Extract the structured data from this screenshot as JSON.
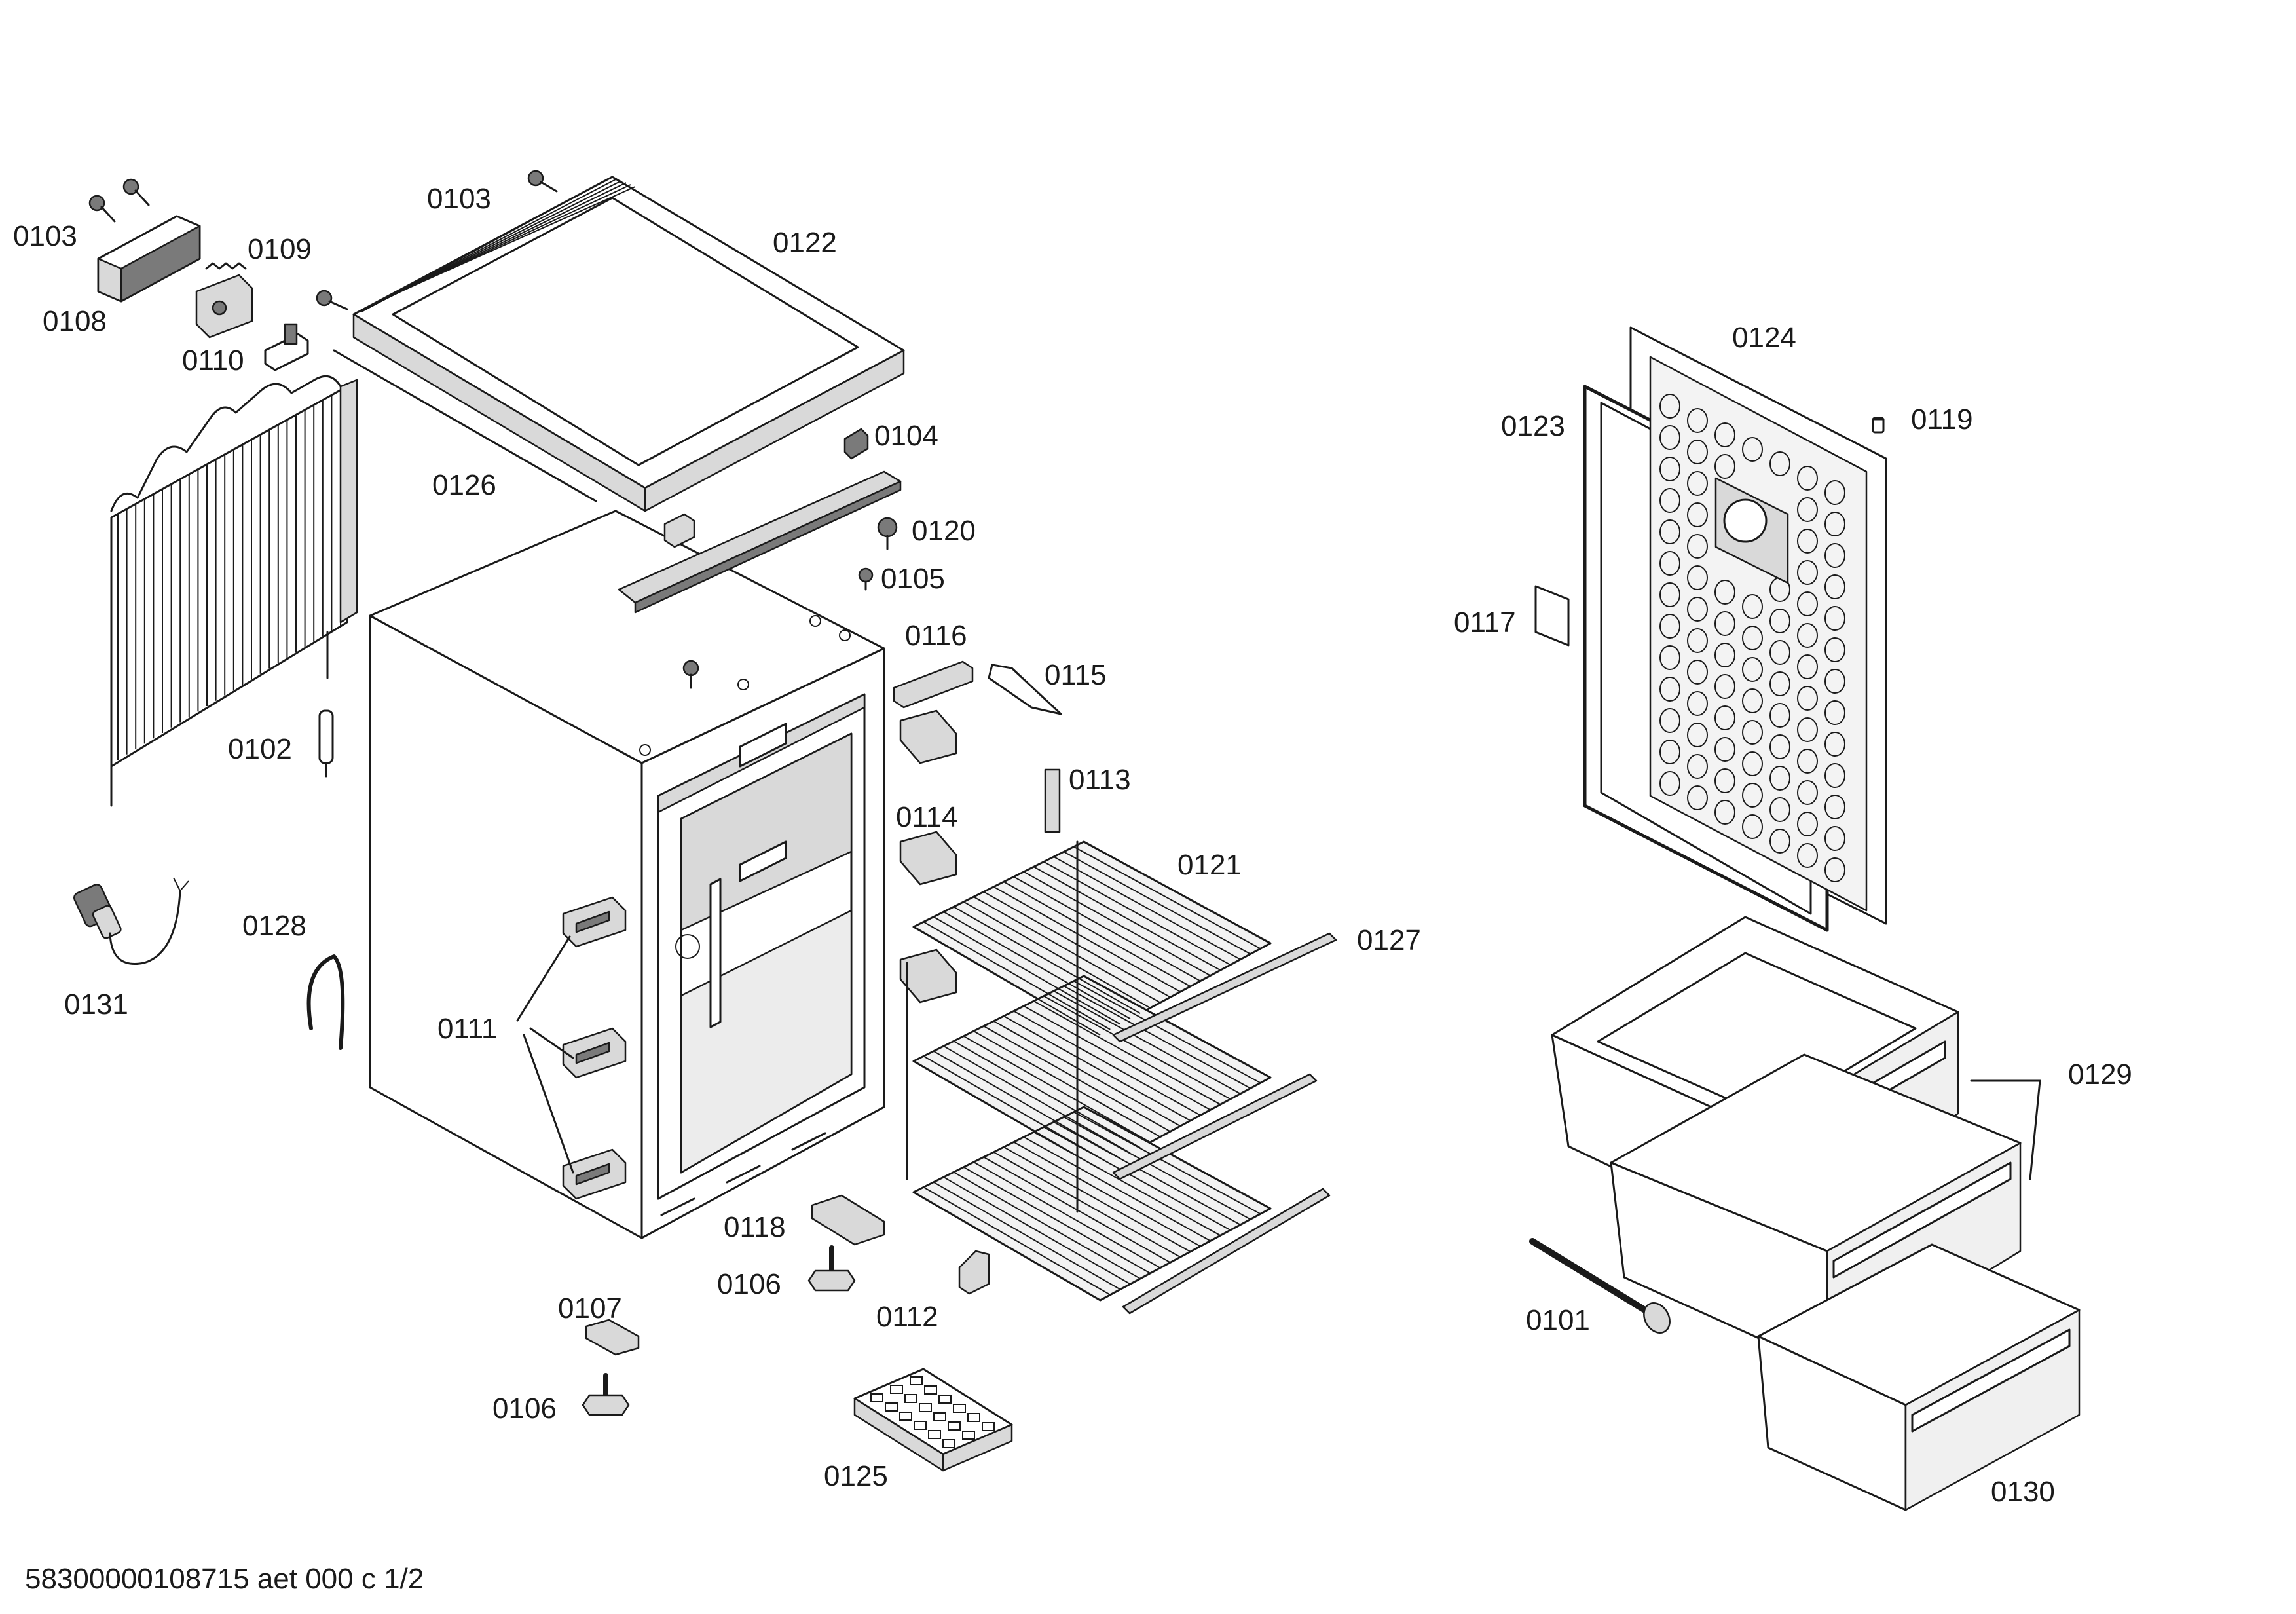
{
  "footer": "58300000108715 aet 000 c 1/2",
  "parts": {
    "p0101": "0101",
    "p0102": "0102",
    "p0103a": "0103",
    "p0103b": "0103",
    "p0104": "0104",
    "p0105": "0105",
    "p0106a": "0106",
    "p0106b": "0106",
    "p0107": "0107",
    "p0108": "0108",
    "p0109": "0109",
    "p0110": "0110",
    "p0111": "0111",
    "p0112": "0112",
    "p0113": "0113",
    "p0114": "0114",
    "p0115": "0115",
    "p0116": "0116",
    "p0117": "0117",
    "p0118": "0118",
    "p0119": "0119",
    "p0120": "0120",
    "p0121": "0121",
    "p0122": "0122",
    "p0123": "0123",
    "p0124": "0124",
    "p0125": "0125",
    "p0126": "0126",
    "p0127": "0127",
    "p0128": "0128",
    "p0129": "0129",
    "p0130": "0130",
    "p0131": "0131"
  }
}
